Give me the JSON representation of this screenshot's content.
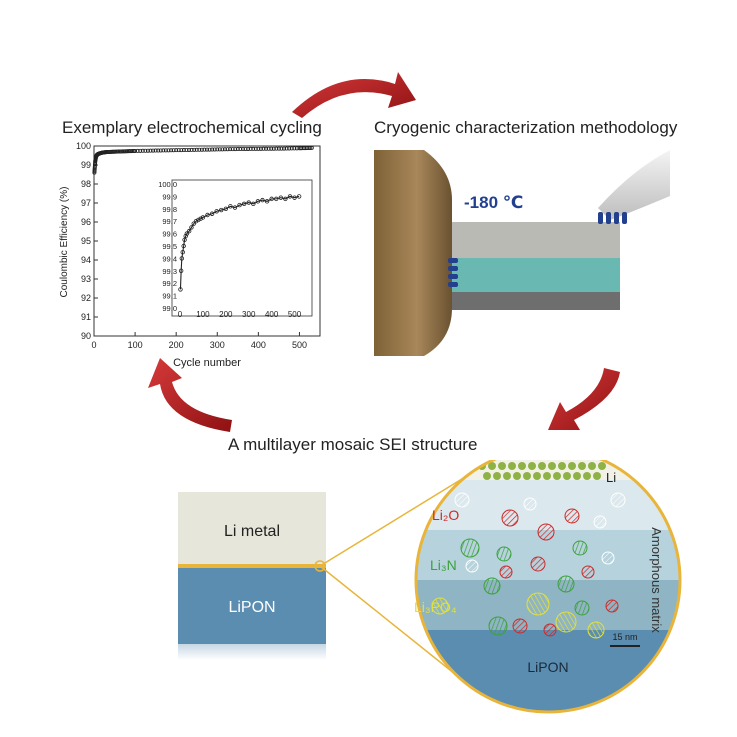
{
  "titles": {
    "cycling": "Exemplary electrochemical cycling",
    "cryo": "Cryogenic characterization methodology",
    "sei": "A multilayer mosaic SEI structure"
  },
  "cryo": {
    "temperature": "-180 ℃"
  },
  "stack": {
    "top_label": "Li metal",
    "bottom_label": "LiPON"
  },
  "mosaic": {
    "li_label": "Li",
    "li2o_label": "Li₂O",
    "li3n_label": "Li₃N",
    "li3po4_label": "Li₃PO₄",
    "amorphous_label": "Amorphous matrix",
    "scale_label": "15 nm",
    "lipon_label": "LiPON"
  },
  "colors": {
    "arrow_red": "#b3191c",
    "li_metal": "#e7e6db",
    "lipon": "#5b8db0",
    "sei_gold": "#e8b53a",
    "li2o_red": "#cc2a2a",
    "li3n_green": "#3ca23c",
    "li3po4_yellow": "#e1e13a",
    "li_dot_green": "#8fb247",
    "holder_bronze": "#9a7b4e",
    "cryo_blue": "#23408f"
  },
  "chart_data": {
    "type": "scatter",
    "xlabel": "Cycle number",
    "ylabel": "Coulombic Efficiency (%)",
    "xlim": [
      0,
      550
    ],
    "ylim": [
      90,
      100
    ],
    "x_ticks": [
      0,
      100,
      200,
      300,
      400,
      500
    ],
    "y_ticks": [
      90,
      91,
      92,
      93,
      94,
      95,
      96,
      97,
      98,
      99,
      100
    ],
    "main_series": {
      "x": [
        1,
        3,
        5,
        8,
        12,
        20,
        30,
        50,
        75,
        100,
        150,
        200,
        250,
        300,
        350,
        400,
        450,
        500,
        530
      ],
      "y": [
        98.6,
        99.2,
        99.45,
        99.55,
        99.6,
        99.65,
        99.68,
        99.7,
        99.72,
        99.74,
        99.76,
        99.78,
        99.8,
        99.82,
        99.84,
        99.85,
        99.86,
        99.88,
        99.9
      ]
    },
    "inset": {
      "xlim": [
        0,
        550
      ],
      "ylim": [
        99.0,
        100.0
      ],
      "x_ticks": [
        0,
        100,
        200,
        300,
        400,
        500
      ],
      "y_ticks": [
        99.0,
        99.1,
        99.2,
        99.3,
        99.4,
        99.5,
        99.6,
        99.7,
        99.8,
        99.9,
        100.0
      ],
      "x": [
        2,
        5,
        8,
        12,
        16,
        20,
        25,
        30,
        40,
        50,
        60,
        70,
        80,
        90,
        100,
        120,
        140,
        160,
        180,
        200,
        220,
        240,
        260,
        280,
        300,
        320,
        340,
        360,
        380,
        400,
        420,
        440,
        460,
        480,
        500,
        520
      ],
      "y": [
        99.15,
        99.3,
        99.4,
        99.45,
        99.5,
        99.55,
        99.58,
        99.6,
        99.62,
        99.65,
        99.68,
        99.7,
        99.71,
        99.72,
        99.73,
        99.75,
        99.76,
        99.78,
        99.79,
        99.8,
        99.82,
        99.81,
        99.83,
        99.84,
        99.85,
        99.84,
        99.86,
        99.87,
        99.86,
        99.88,
        99.88,
        99.89,
        99.88,
        99.9,
        99.89,
        99.9
      ]
    }
  }
}
